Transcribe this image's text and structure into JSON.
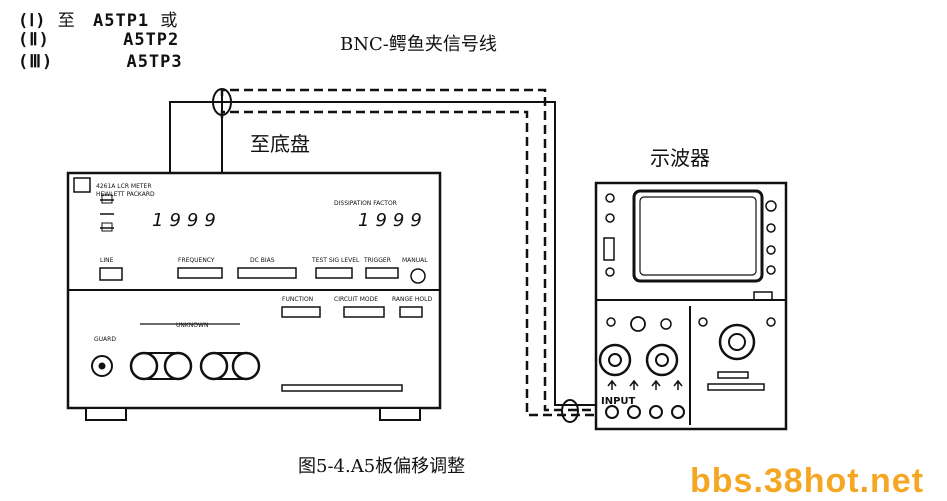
{
  "legend": [
    {
      "mark": "(Ⅰ)",
      "prefix": "至",
      "code": "A5TP1",
      "suffix": "或"
    },
    {
      "mark": "(Ⅱ)",
      "prefix": "",
      "code": "A5TP2",
      "suffix": ""
    },
    {
      "mark": "(Ⅲ)",
      "prefix": "",
      "code": "A5TP3",
      "suffix": ""
    }
  ],
  "labels": {
    "cable": "BNC-鳄鱼夹信号线",
    "chassis": "至底盘",
    "oscilloscope": "示波器",
    "input": "INPUT"
  },
  "caption": "图5-4.A5板偏移调整",
  "watermark": "bbs.38hot.net",
  "meter": {
    "model": "4261A LCR METER",
    "maker": "HEWLETT PACKARD",
    "display_left": "1999",
    "display_right": "1999",
    "display_right_label": "DISSIPATION FACTOR",
    "frequency": "FREQUENCY",
    "dc_bias": "DC BIAS",
    "test_level": "TEST SIG LEVEL",
    "trigger": "TRIGGER",
    "manual": "MANUAL",
    "line": "LINE",
    "function": "FUNCTION",
    "circuit_mode": "CIRCUIT MODE",
    "range_hold": "RANGE HOLD",
    "unknown": "UNKNOWN",
    "guard": "GUARD"
  }
}
